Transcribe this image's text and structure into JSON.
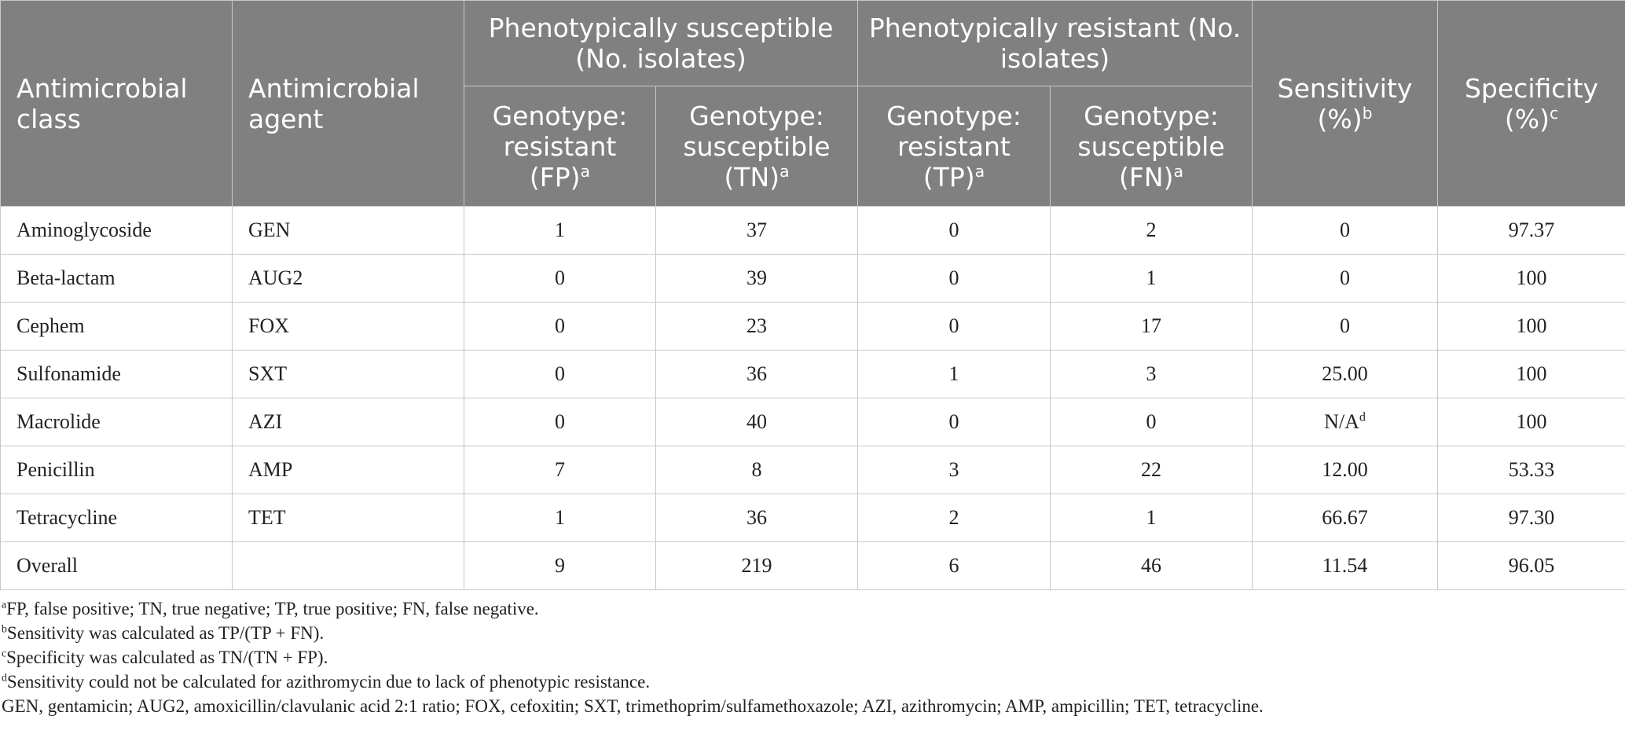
{
  "table": {
    "headers": {
      "class": "Antimicrobial class",
      "agent": "Antimicrobial agent",
      "pheno_susceptible": "Phenotypically susceptible (No. isolates)",
      "pheno_resistant": "Phenotypically resistant (No. isolates)",
      "sensitivity": "Sensitivity (%)",
      "sensitivity_sup": "b",
      "specificity": "Specificity (%)",
      "specificity_sup": "c",
      "fp": "Genotype: resistant (FP)",
      "tn": "Genotype: susceptible (TN)",
      "tp": "Genotype: resistant (TP)",
      "fn": "Genotype: susceptible (FN)",
      "sub_sup": "a"
    },
    "rows": [
      {
        "class": "Aminoglycoside",
        "agent": "GEN",
        "fp": "1",
        "tn": "37",
        "tp": "0",
        "fn": "2",
        "sensitivity": "0",
        "sensitivity_sup": "",
        "specificity": "97.37"
      },
      {
        "class": "Beta-lactam",
        "agent": "AUG2",
        "fp": "0",
        "tn": "39",
        "tp": "0",
        "fn": "1",
        "sensitivity": "0",
        "sensitivity_sup": "",
        "specificity": "100"
      },
      {
        "class": "Cephem",
        "agent": "FOX",
        "fp": "0",
        "tn": "23",
        "tp": "0",
        "fn": "17",
        "sensitivity": "0",
        "sensitivity_sup": "",
        "specificity": "100"
      },
      {
        "class": "Sulfonamide",
        "agent": "SXT",
        "fp": "0",
        "tn": "36",
        "tp": "1",
        "fn": "3",
        "sensitivity": "25.00",
        "sensitivity_sup": "",
        "specificity": "100"
      },
      {
        "class": "Macrolide",
        "agent": "AZI",
        "fp": "0",
        "tn": "40",
        "tp": "0",
        "fn": "0",
        "sensitivity": "N/A",
        "sensitivity_sup": "d",
        "specificity": "100"
      },
      {
        "class": "Penicillin",
        "agent": "AMP",
        "fp": "7",
        "tn": "8",
        "tp": "3",
        "fn": "22",
        "sensitivity": "12.00",
        "sensitivity_sup": "",
        "specificity": "53.33"
      },
      {
        "class": "Tetracycline",
        "agent": "TET",
        "fp": "1",
        "tn": "36",
        "tp": "2",
        "fn": "1",
        "sensitivity": "66.67",
        "sensitivity_sup": "",
        "specificity": "97.30"
      },
      {
        "class": "Overall",
        "agent": "",
        "fp": "9",
        "tn": "219",
        "tp": "6",
        "fn": "46",
        "sensitivity": "11.54",
        "sensitivity_sup": "",
        "specificity": "96.05"
      }
    ]
  },
  "footnotes": [
    {
      "mark": "a",
      "text": "FP, false positive; TN, true negative; TP, true positive; FN, false negative."
    },
    {
      "mark": "b",
      "text": "Sensitivity was calculated as TP/(TP + FN)."
    },
    {
      "mark": "c",
      "text": "Specificity was calculated as TN/(TN + FP)."
    },
    {
      "mark": "d",
      "text": "Sensitivity could not be calculated for azithromycin due to lack of phenotypic resistance."
    },
    {
      "mark": "",
      "text": "GEN, gentamicin; AUG2, amoxicillin/clavulanic acid 2:1 ratio; FOX, cefoxitin; SXT, trimethoprim/sulfamethoxazole; AZI, azithromycin; AMP, ampicillin; TET, tetracycline."
    }
  ],
  "colors": {
    "header_bg": "#808080",
    "header_text": "#ffffff",
    "grid": "#c8c8c8",
    "body_text": "#222222"
  }
}
